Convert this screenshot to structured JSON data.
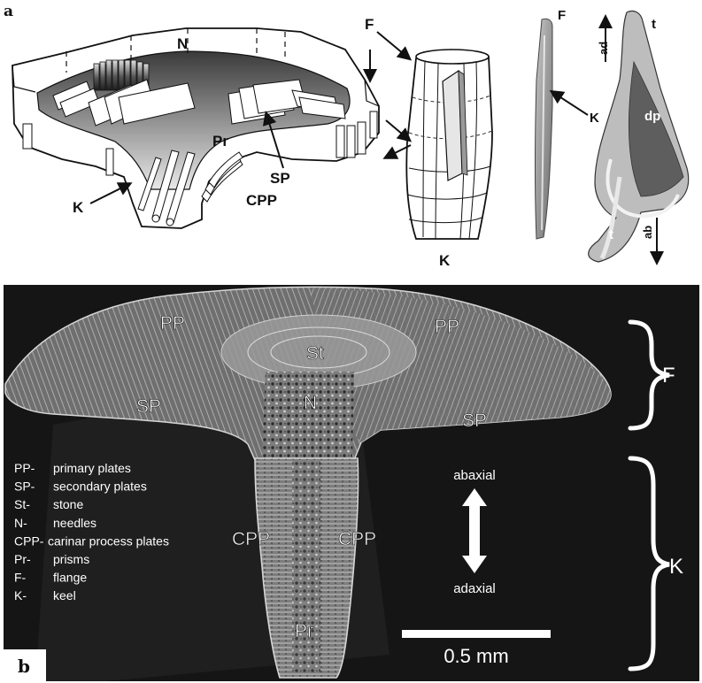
{
  "panel_a": {
    "letter": "a",
    "schematic_labels": {
      "n": "N",
      "pr": "Pr",
      "sp": "SP",
      "k": "K",
      "cpp": "CPP"
    },
    "column_labels": {
      "f": "F",
      "k": "K"
    },
    "photo_labels": {
      "f": "F",
      "k": "K",
      "ad": "ad",
      "t_top": "t",
      "dp": "dp",
      "t_bottom": "t",
      "ab": "ab"
    }
  },
  "panel_b": {
    "letter": "b",
    "structure_labels": {
      "pp_left": "PP",
      "pp_right": "PP",
      "st": "St",
      "n": "N",
      "sp_left": "SP",
      "sp_right": "SP",
      "cpp_left": "CPP",
      "cpp_right": "CPP",
      "pr": "Pr"
    },
    "brace_labels": {
      "flange": "F",
      "keel": "K"
    },
    "direction": {
      "top": "abaxial",
      "bottom": "adaxial"
    },
    "scale_bar": "0.5 mm",
    "legend": [
      {
        "abbr": "PP-",
        "desc": "primary plates"
      },
      {
        "abbr": "SP-",
        "desc": "secondary plates"
      },
      {
        "abbr": "St-",
        "desc": "stone"
      },
      {
        "abbr": "N-",
        "desc": "needles"
      },
      {
        "abbr": "CPP-",
        "desc": "carinar process plates"
      },
      {
        "abbr": "Pr-",
        "desc": "prisms"
      },
      {
        "abbr": "F-",
        "desc": "flange"
      },
      {
        "abbr": "K-",
        "desc": "keel"
      }
    ]
  },
  "colors": {
    "micrograph_bg": "#151515",
    "tissue": "#8a8a8a",
    "label_white": "#ffffff",
    "line_black": "#111111",
    "photo_gray": "#7a7a7a"
  }
}
